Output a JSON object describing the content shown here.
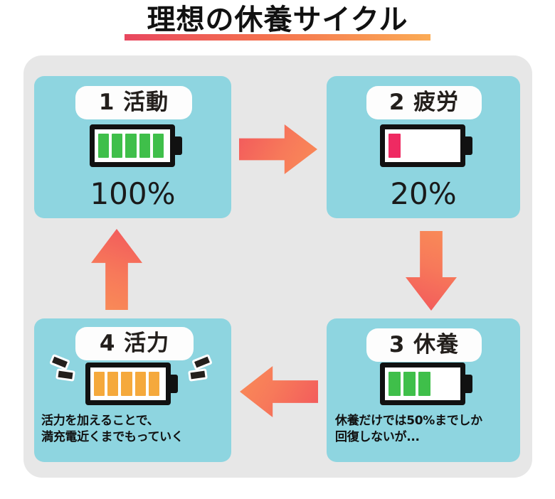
{
  "title": {
    "text": "理想の休養サイクル",
    "underline_gradient_from": "#e8475f",
    "underline_gradient_to": "#fbab55"
  },
  "panel": {
    "background": "#e7e7e7",
    "box_background": "#8ed5e0"
  },
  "stages": [
    {
      "id": "activity",
      "label": "1 活動",
      "battery": {
        "total_cells": 5,
        "filled_cells": 5,
        "fill_color": "#3fbf4a"
      },
      "percent": "100%",
      "caption": ""
    },
    {
      "id": "fatigue",
      "label": "2 疲労",
      "battery": {
        "total_cells": 5,
        "filled_cells": 1,
        "fill_color": "#ef2a62"
      },
      "percent": "20%",
      "caption": ""
    },
    {
      "id": "rest",
      "label": "3 休養",
      "battery": {
        "total_cells": 5,
        "filled_cells": 3,
        "fill_color": "#3fbf4a"
      },
      "percent": "",
      "caption": "休養だけでは50%までしか\n回復しないが..."
    },
    {
      "id": "vitality",
      "label": "4 活力",
      "battery": {
        "total_cells": 5,
        "filled_cells": 5,
        "fill_color": "#f5a93c"
      },
      "percent": "",
      "caption": "活力を加えることで、\n満充電近くまでもっていく"
    }
  ],
  "arrows": [
    {
      "name": "arrow-right",
      "direction": "right",
      "from": "1 活動",
      "to": "2 疲労",
      "color": "#f7795a"
    },
    {
      "name": "arrow-down",
      "direction": "down",
      "from": "2 疲労",
      "to": "3 休養",
      "color": "#f7795a"
    },
    {
      "name": "arrow-left",
      "direction": "left",
      "from": "3 休養",
      "to": "4 活力",
      "color": "#f7795a"
    },
    {
      "name": "arrow-up",
      "direction": "up",
      "from": "4 活力",
      "to": "1 活動",
      "color": "#f7795a"
    }
  ]
}
